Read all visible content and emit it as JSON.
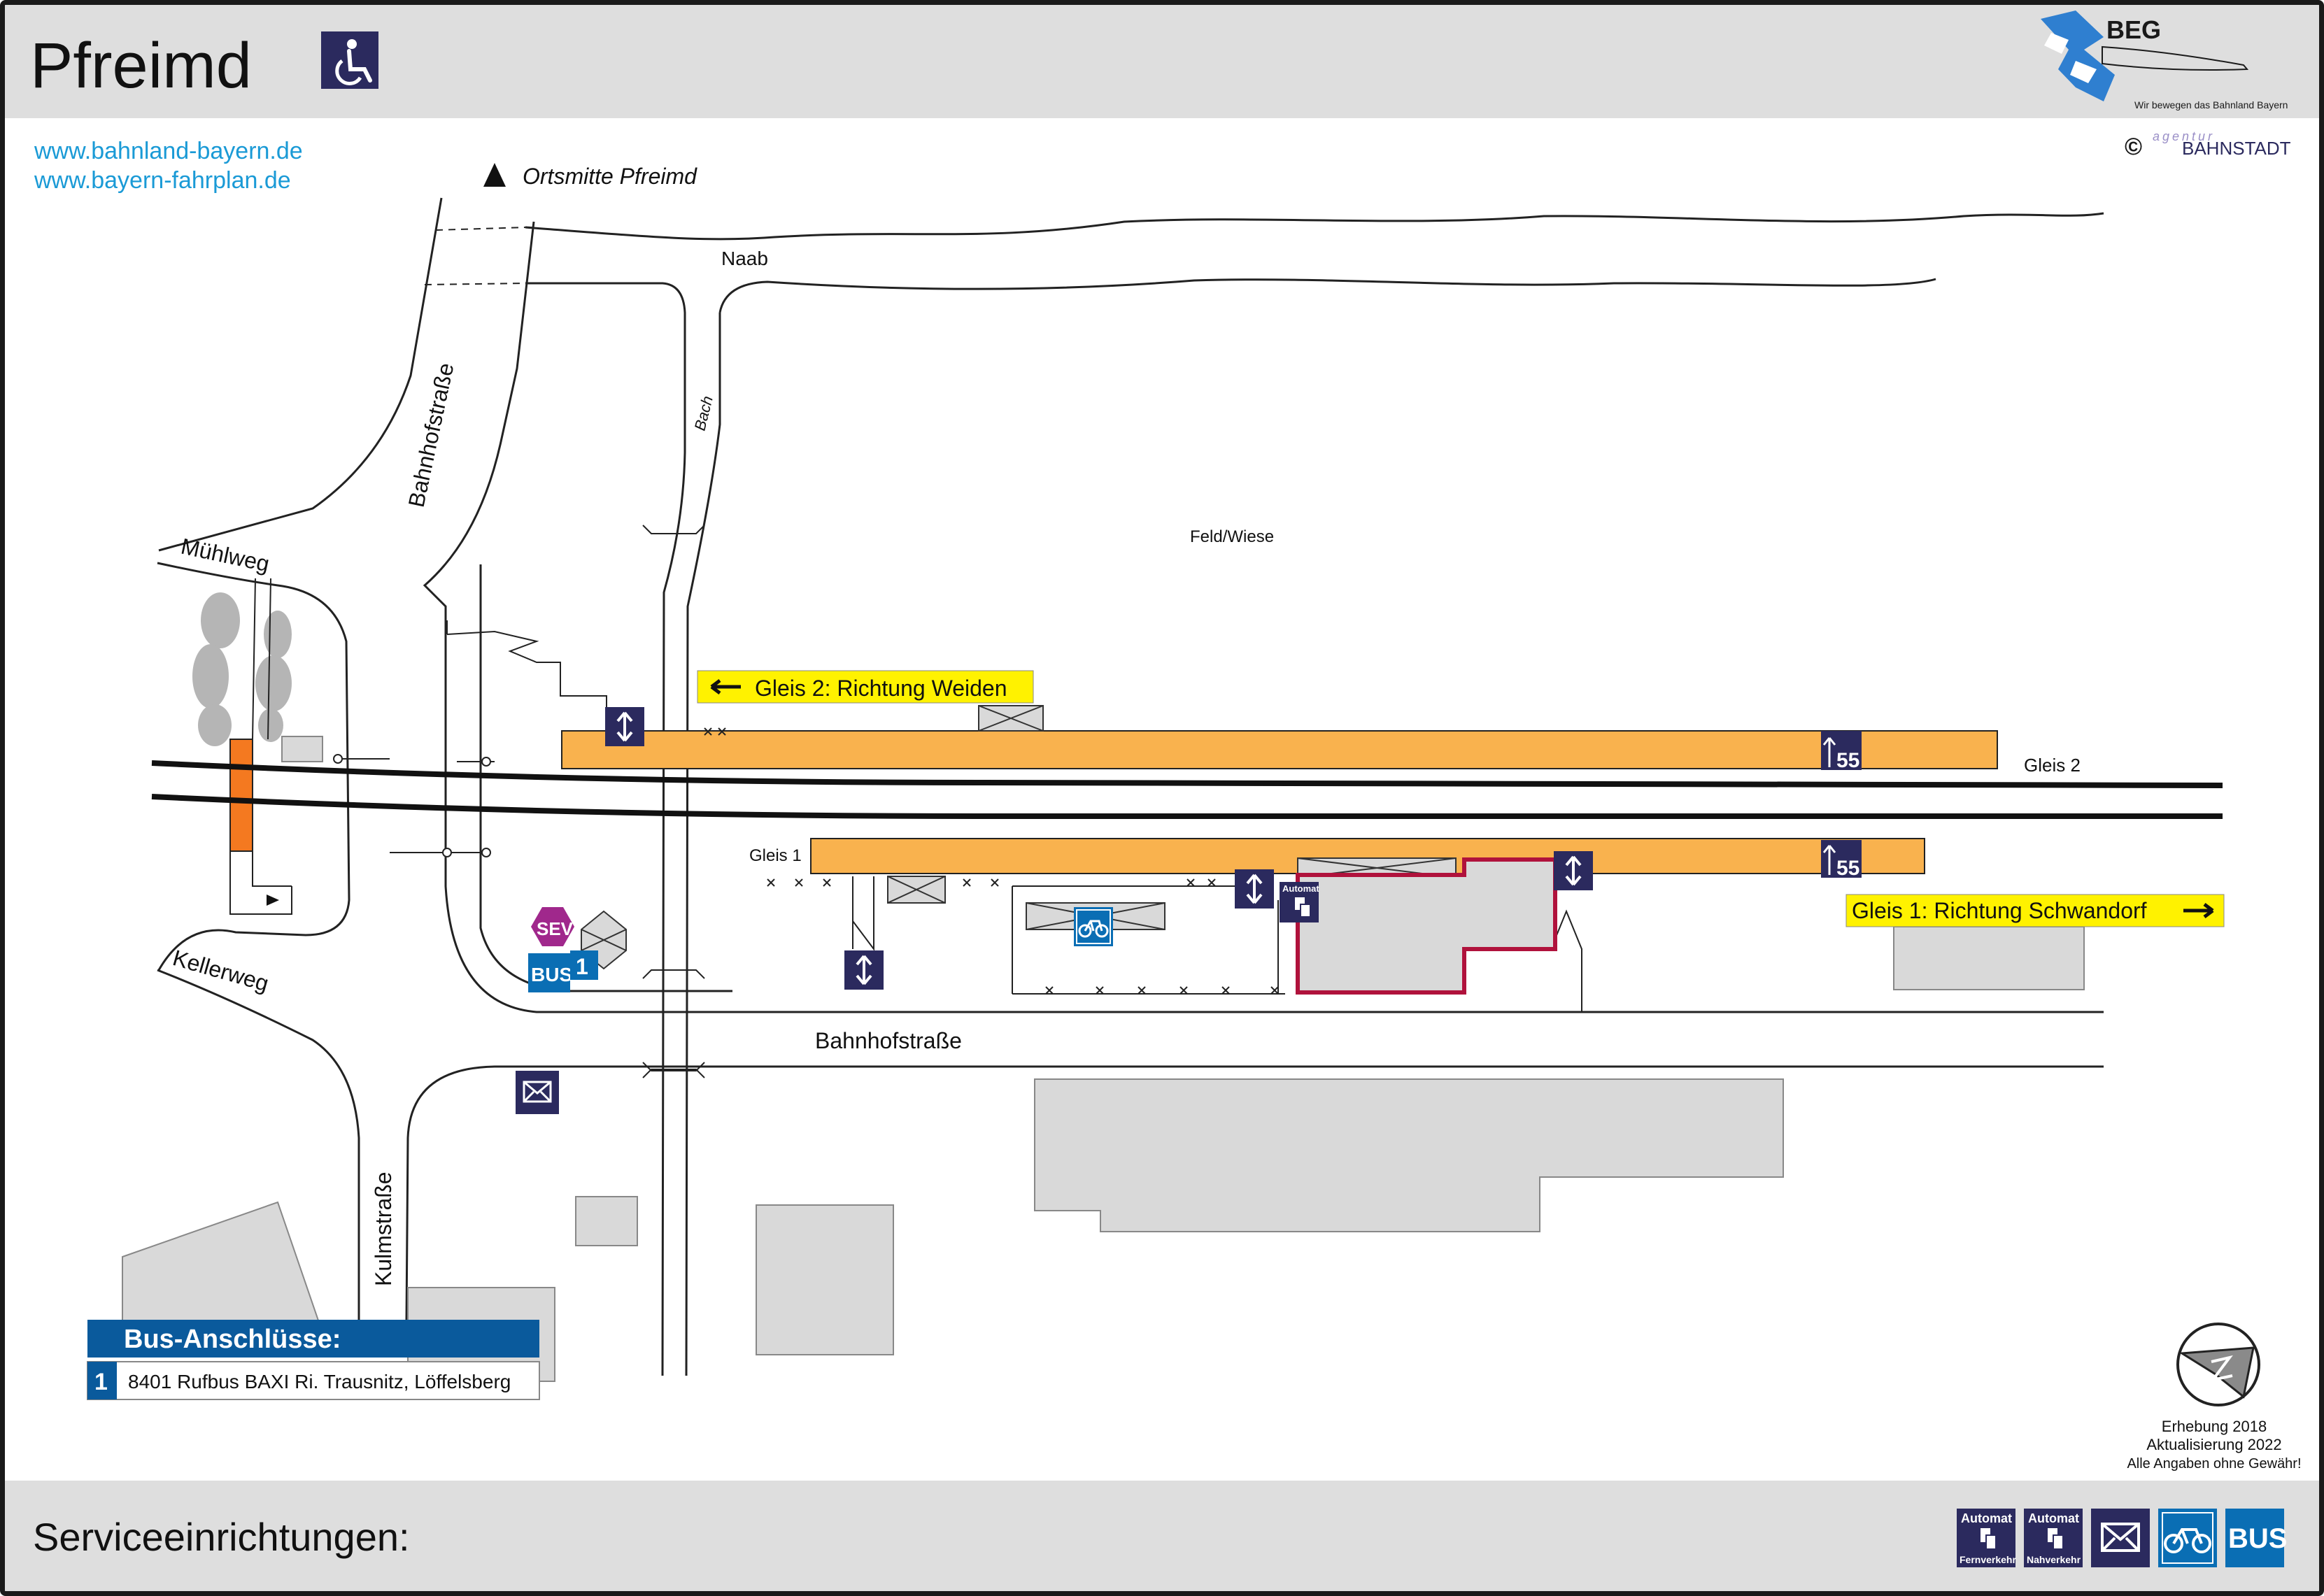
{
  "header": {
    "title": "Pfreimd",
    "accessibility_icon": "wheelchair-icon",
    "beg_logo_text": "BEG",
    "beg_slogan": "Wir bewegen das Bahnland Bayern",
    "agentur_text": "agentur",
    "bahnstadt_text": "BAHNSTADT",
    "copyright_symbol": "©"
  },
  "links": {
    "link1": "www.bahnland-bayern.de",
    "link2": "www.bayern-fahrplan.de"
  },
  "map": {
    "ortsmitte": "Ortsmitte Pfreimd",
    "naab": "Naab",
    "bach": "Bach",
    "bahnhofstrasse_vertical": "Bahnhofstraße",
    "bahnhofstrasse_horizontal": "Bahnhofstraße",
    "muehlweg": "Mühlweg",
    "kellerweg": "Kellerweg",
    "kulmstrasse": "Kulmstraße",
    "feld_wiese": "Feld/Wiese",
    "gleis2_label": "Gleis 2",
    "gleis1_label": "Gleis 1",
    "gleis2_direction": "Gleis 2: Richtung Weiden",
    "gleis1_direction": "Gleis 1: Richtung Schwandorf",
    "platform_height_1": "55",
    "platform_height_2": "55",
    "sev_label": "SEV",
    "bus_label": "BUS",
    "bus_stop_number": "1",
    "automat_label": "Automat",
    "colors": {
      "platform": "#f9b24e",
      "yellow_sign": "#fff200",
      "navy_icon": "#2b2a5e",
      "blue_icon": "#0a6eb4",
      "sev_purple": "#a0288c",
      "crossing_orange": "#f47920",
      "building_gray": "#d9d9d9",
      "station_outline": "#b0123c",
      "link_blue": "#1a9ad6",
      "header_gray": "#dedede"
    },
    "icons": [
      "elevator-icon",
      "platform-height-icon",
      "ticket-machine-icon",
      "bicycle-parking-icon",
      "mailbox-icon",
      "bus-stop-icon",
      "sev-icon",
      "north-arrow-icon",
      "tree-icon"
    ]
  },
  "bus_box": {
    "title": "Bus-Anschlüsse:",
    "rows": [
      {
        "number": "1",
        "text": "8401 Rufbus BAXI Ri. Trausnitz, Löffelsberg"
      }
    ]
  },
  "footer_note": {
    "line1": "Erhebung 2018",
    "line2": "Aktualisierung 2022",
    "line3": "Alle Angaben ohne Gewähr!"
  },
  "footer": {
    "title": "Serviceeinrichtungen:",
    "service_icons": [
      {
        "name": "ticket-machine-fernverkehr-icon",
        "top": "Automat",
        "bottom": "Fernverkehr"
      },
      {
        "name": "ticket-machine-nahverkehr-icon",
        "top": "Automat",
        "bottom": "Nahverkehr"
      },
      {
        "name": "mailbox-icon"
      },
      {
        "name": "bicycle-parking-icon"
      },
      {
        "name": "bus-stop-icon",
        "label": "BUS"
      }
    ]
  }
}
